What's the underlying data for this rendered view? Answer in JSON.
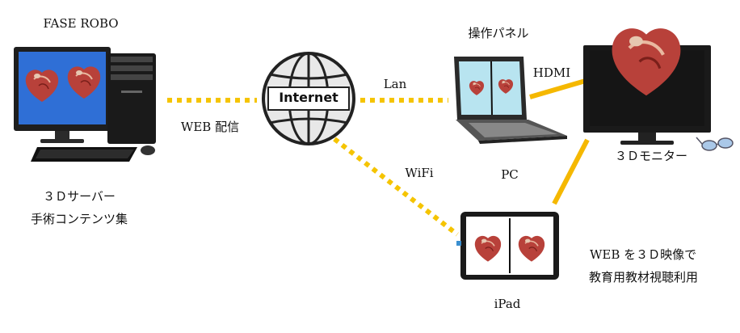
{
  "labels": {
    "server_title": "FASE ROBO",
    "server_caption_1": "３Ｄサーバー",
    "server_caption_2": "手術コンテンツ集",
    "web_delivery": "WEB 配信",
    "internet": "Internet",
    "lan": "Lan",
    "wifi": "WiFi",
    "control_panel": "操作パネル",
    "hdmi": "HDMI",
    "pc": "PC",
    "monitor": "３Ｄモニター",
    "ipad": "iPad",
    "note_1": "WEB を３Ｄ映像で",
    "note_2": "教育用教材視聴利用"
  },
  "colors": {
    "link_dotted": "#f5c400",
    "link_solid": "#f5b800",
    "screen_blue": "#2f6fd6",
    "screen_light": "#b8e4f0",
    "device_dark": "#1e1e1e",
    "heart_red": "#b8413a"
  },
  "icons": {
    "server": "desktop-computer-icon",
    "globe": "internet-globe-icon",
    "laptop": "laptop-icon",
    "monitor": "monitor-icon",
    "tablet": "tablet-icon",
    "glasses": "3d-glasses-icon",
    "heart": "heart-model-icon"
  }
}
